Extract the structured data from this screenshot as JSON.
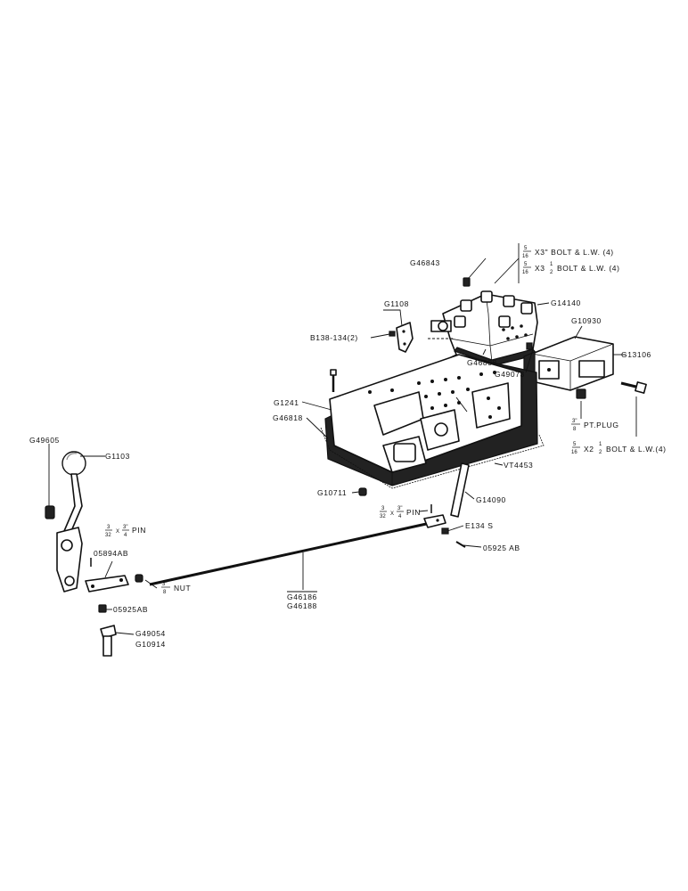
{
  "labels": {
    "g46843": "G46843",
    "bolt_a": "X3\" BOLT & L.W. (4)",
    "bolt_b": "X3",
    "bolt_b2": "BOLT & L.W. (4)",
    "g1108": "G1108",
    "g14140": "G14140",
    "b138": "B138-134(2)",
    "g10930": "G10930",
    "g46838": "G46838",
    "g13106": "G13106",
    "g49073": "G49073",
    "g1241": "G1241",
    "g46818": "G46818",
    "pt_plug": "PT.PLUG",
    "bolt_c": "X2",
    "bolt_c2": "BOLT & L.W.(4)",
    "g49605": "G49605",
    "g1103": "G1103",
    "vt4453": "VT4453",
    "g10711": "G10711",
    "g14090": "G14090",
    "pin_right": "PIN",
    "e134s": "E134 S",
    "pin_left": "PIN",
    "o5894ab": "05894AB",
    "o5925ab_right": "05925 AB",
    "nut": "NUT",
    "g46186": "G46186",
    "g46188": "G46188",
    "o5925ab_left": "05925AB",
    "g49054": "G49054",
    "g10914": "G10914"
  },
  "fractions": {
    "five_sixteenths_num": "5",
    "five_sixteenths_den": "16",
    "one_half_num": "1",
    "one_half_den": "2",
    "three_thirtyseconds_num": "3",
    "three_thirtyseconds_den": "32",
    "three_fourths_num": "3\"",
    "three_fourths_den": "4",
    "three_eighths_num": "3\"",
    "three_eighths_den": "8",
    "x": "X"
  }
}
